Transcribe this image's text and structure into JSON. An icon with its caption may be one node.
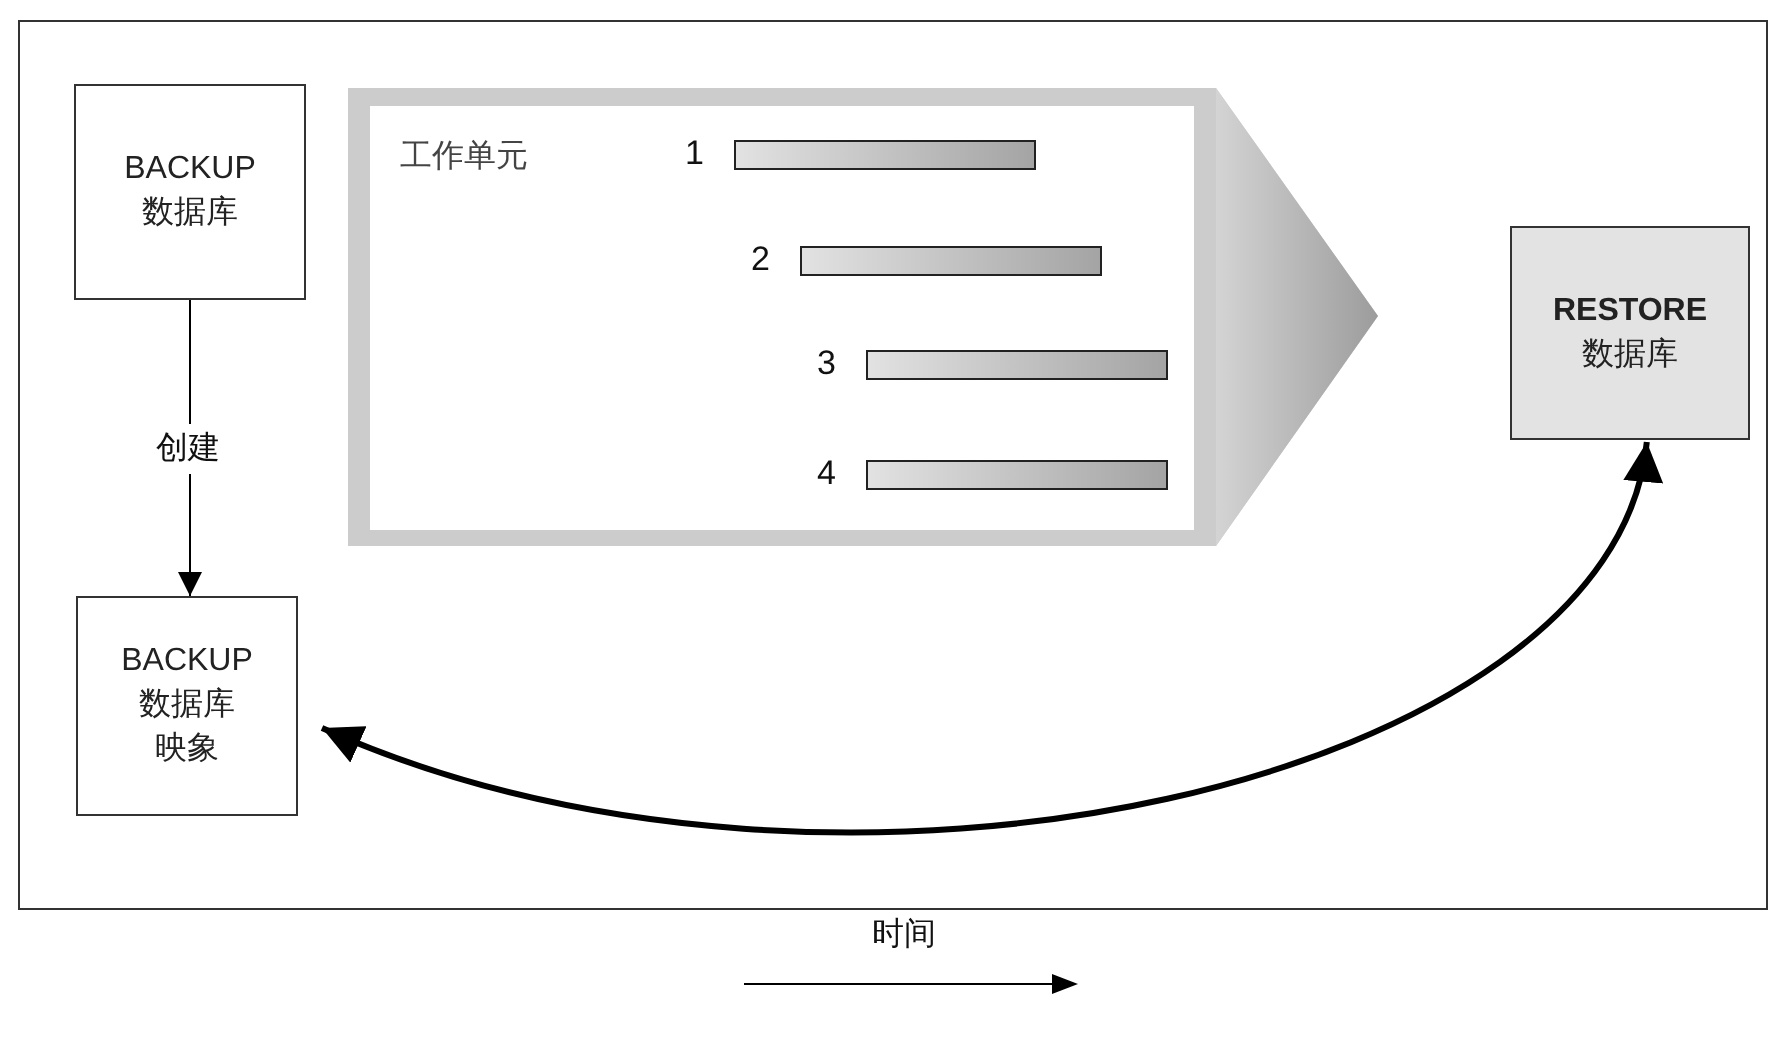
{
  "diagram": {
    "nodes": [
      {
        "text": [
          "BACKUP",
          "数据库"
        ]
      },
      {
        "text": [
          "BACKUP",
          "数据库映象"
        ]
      },
      {
        "text": [
          "工作单元"
        ]
      },
      {
        "text": [],
        "shape": "bar",
        "in": 2,
        "beside": [
          "1"
        ]
      },
      {
        "text": [],
        "shape": "bar",
        "in": 2,
        "beside": [
          "2"
        ]
      },
      {
        "text": [],
        "shape": "bar",
        "in": 2,
        "beside": [
          "3"
        ]
      },
      {
        "text": [],
        "shape": "bar",
        "in": 2,
        "beside": [
          "4"
        ]
      },
      {
        "text": [
          "RESTORE",
          "数据库"
        ]
      }
    ],
    "edges": [
      {
        "from": 0,
        "to": 1,
        "arrow": "to",
        "label": "创建"
      },
      {
        "from": 7,
        "to": 1,
        "arrow": "both",
        "style": "thick"
      }
    ],
    "labels": [
      "时间"
    ]
  }
}
